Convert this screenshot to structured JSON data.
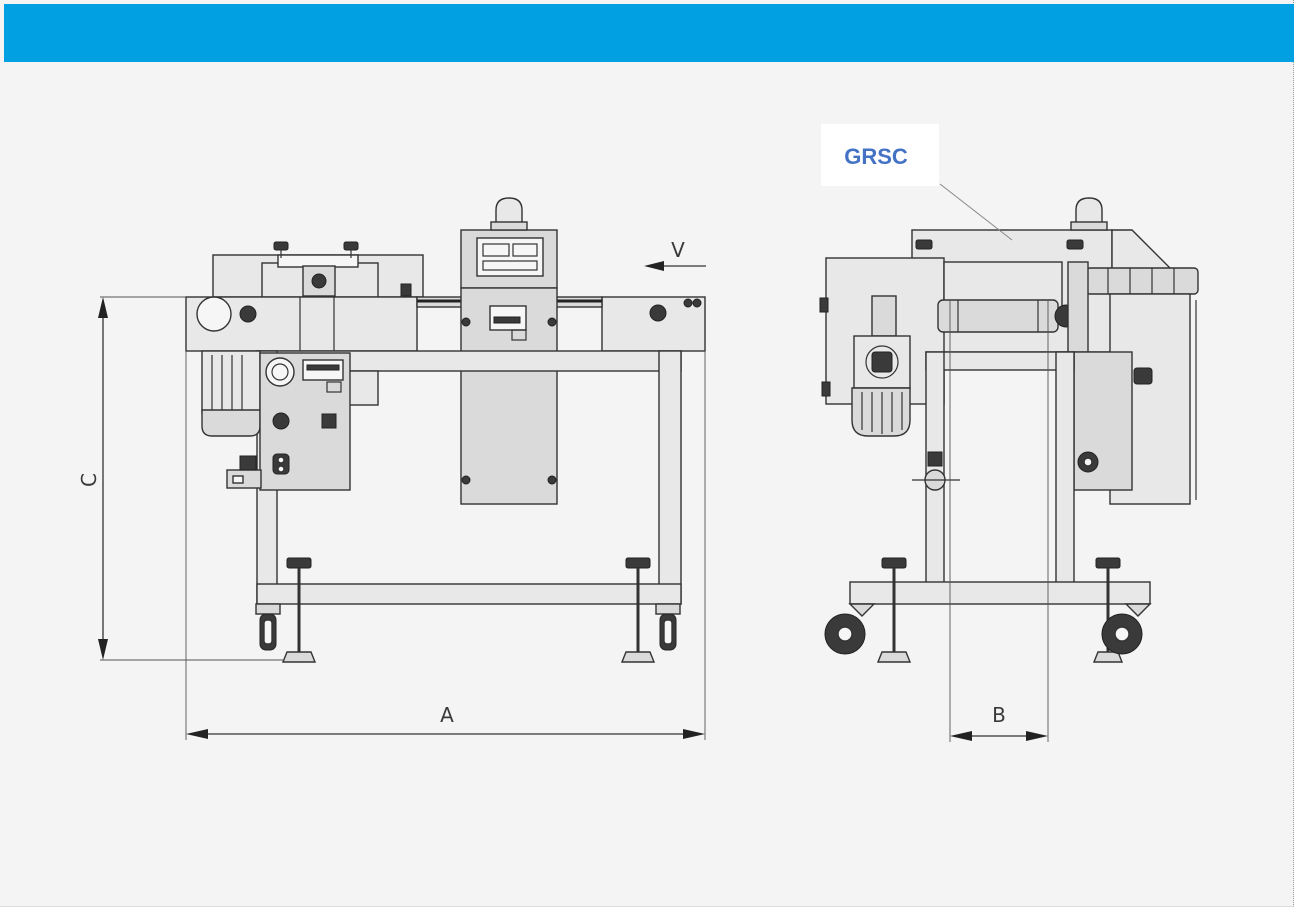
{
  "header": {
    "color": "#00a0e3"
  },
  "front_view": {
    "dimensions": {
      "width_label": "A",
      "height_label": "C",
      "direction_label": "V"
    }
  },
  "side_view": {
    "dimensions": {
      "depth_label": "B"
    },
    "callout": {
      "text": "GRSC",
      "color": "#4472c4"
    }
  }
}
